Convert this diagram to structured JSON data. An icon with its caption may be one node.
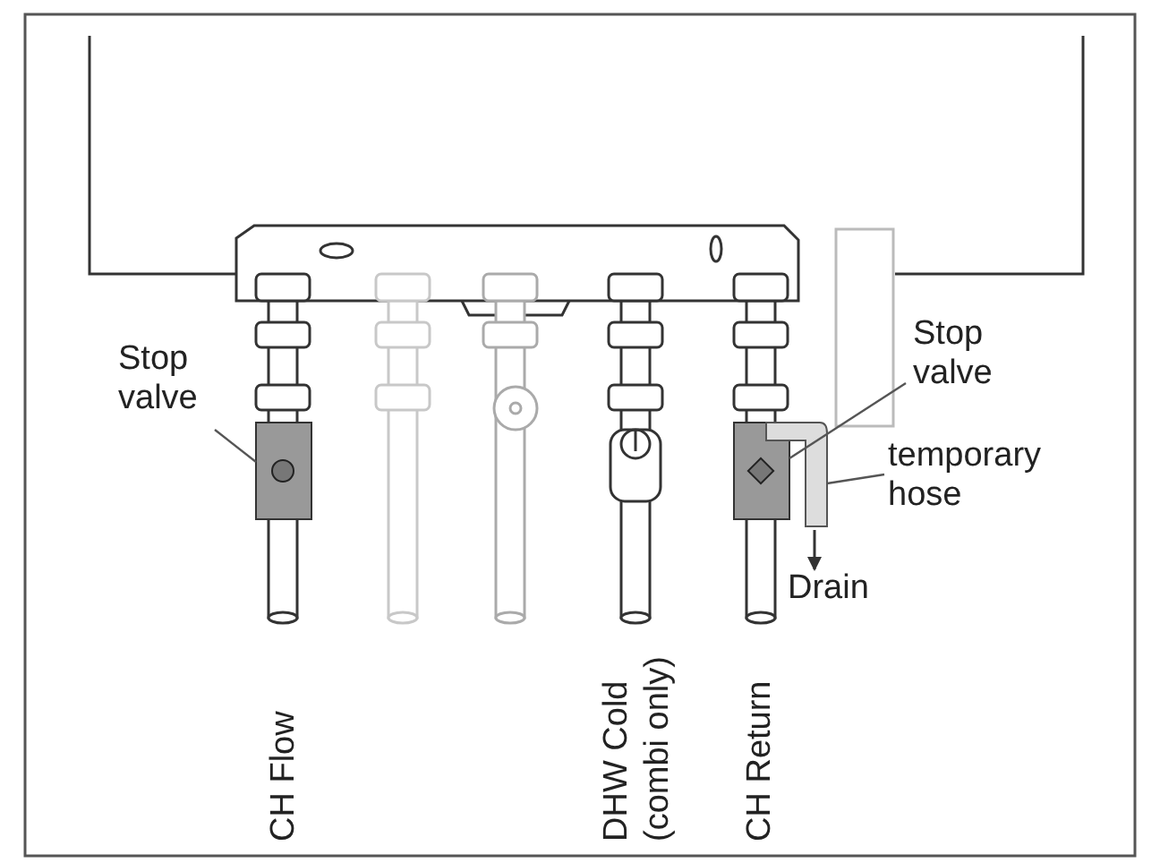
{
  "diagram": {
    "nodes": [
      {
        "text": [
          "Stop valve"
        ]
      },
      {
        "text": [],
        "shape": "valve"
      },
      {
        "text": [
          "Stop valve"
        ]
      },
      {
        "text": [],
        "shape": "valve"
      },
      {
        "text": [
          "temporary hose"
        ]
      },
      {
        "text": [],
        "shape": "hose"
      }
    ],
    "edges": [
      {
        "from": 0,
        "to": 1,
        "arrow": "none"
      },
      {
        "from": 2,
        "to": 3,
        "arrow": "none"
      },
      {
        "from": 4,
        "to": 5,
        "arrow": "none"
      }
    ],
    "labels": [
      "Drain",
      "CH Flow",
      "DHW Cold",
      "(combi only)",
      "CH Return"
    ]
  }
}
